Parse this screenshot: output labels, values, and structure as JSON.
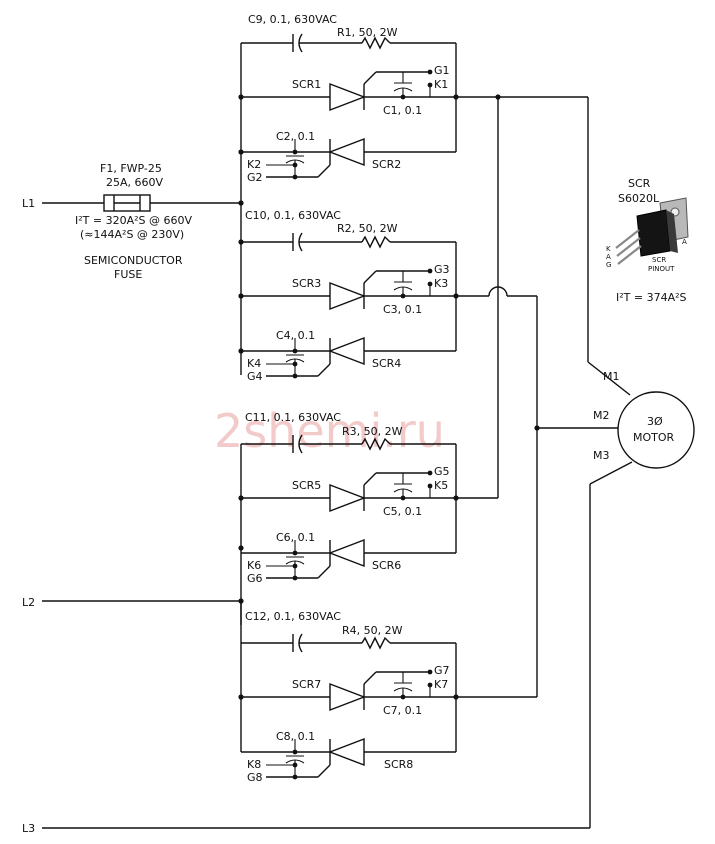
{
  "lines": {
    "l1": "L1",
    "l2": "L2",
    "l3": "L3"
  },
  "fuse": {
    "label1": "F1, FWP-25",
    "label2": "25A, 660V",
    "i2t1": "I²T = 320A²S @ 660V",
    "i2t2": "(≈144A²S @ 230V)",
    "note1": "SEMICONDUCTOR",
    "note2": "FUSE"
  },
  "stages": [
    {
      "c_snub": "C9, 0.1, 630VAC",
      "r": "R1, 50, 2W",
      "scr_a": "SCR1",
      "scr_b": "SCR2",
      "c_a": "C1, 0.1",
      "c_b": "C2, 0.1",
      "g_a": "G1",
      "k_a": "K1",
      "k_b": "K2",
      "g_b": "G2"
    },
    {
      "c_snub": "C10, 0.1, 630VAC",
      "r": "R2, 50, 2W",
      "scr_a": "SCR3",
      "scr_b": "SCR4",
      "c_a": "C3, 0.1",
      "c_b": "C4, 0.1",
      "g_a": "G3",
      "k_a": "K3",
      "k_b": "K4",
      "g_b": "G4"
    },
    {
      "c_snub": "C11, 0.1, 630VAC",
      "r": "R3, 50, 2W",
      "scr_a": "SCR5",
      "scr_b": "SCR6",
      "c_a": "C5, 0.1",
      "c_b": "C6, 0.1",
      "g_a": "G5",
      "k_a": "K5",
      "k_b": "K6",
      "g_b": "G6"
    },
    {
      "c_snub": "C12, 0.1, 630VAC",
      "r": "R4, 50, 2W",
      "scr_a": "SCR7",
      "scr_b": "SCR8",
      "c_a": "C7, 0.1",
      "c_b": "C8, 0.1",
      "g_a": "G7",
      "k_a": "K7",
      "k_b": "K8",
      "g_b": "G8"
    }
  ],
  "motor": {
    "line1": "3Ø",
    "line2": "MOTOR",
    "m1": "M1",
    "m2": "M2",
    "m3": "M3"
  },
  "scr_part": {
    "title1": "SCR",
    "title2": "S6020L",
    "pin_k": "K",
    "pin_a": "A",
    "pin_g": "G",
    "pin_a2": "A",
    "pinout1": "SCR",
    "pinout2": "PINOUT",
    "i2t": "I²T = 374A²S"
  },
  "watermark": "2shemi.ru"
}
